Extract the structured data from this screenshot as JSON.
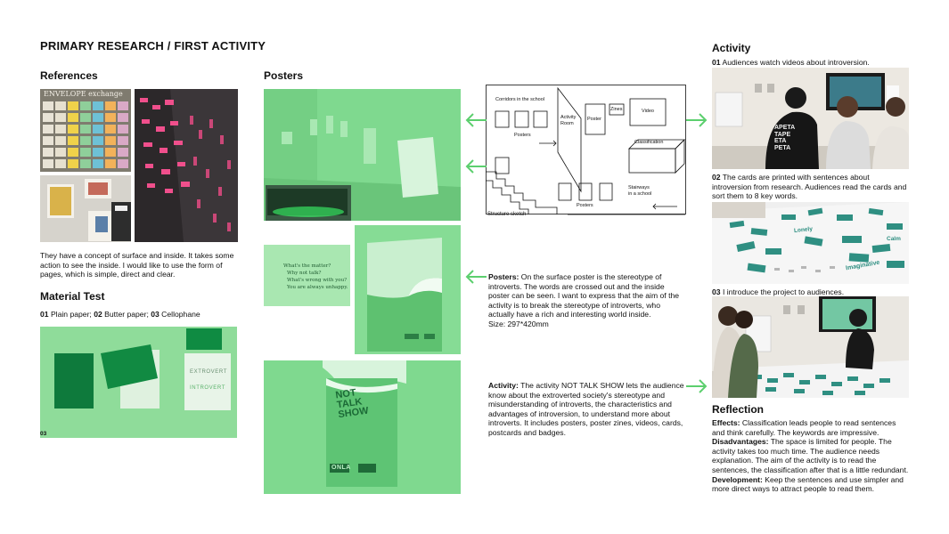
{
  "page_title": "PRIMARY RESEARCH / FIRST ACTIVITY",
  "references": {
    "heading": "References",
    "envelope_sign": "ENVELOPE exchange",
    "caption": "They have a concept of surface and inside. It takes some action to see the inside. I would like to use the form of pages, which is simple, direct and clear."
  },
  "material_test": {
    "heading": "Material Test",
    "n1": "01",
    "l1": " Plain paper; ",
    "n2": "02",
    "l2": " Butter paper; ",
    "n3": "03",
    "l3": " Cellophane",
    "photo_label": "03",
    "card_top": "EXTROVERT",
    "card_bottom": "INTROVERT"
  },
  "posters": {
    "heading": "Posters",
    "handwriting": [
      "What's the matter?",
      "Why not talk?",
      "What's wrong with you?",
      "You are always unhappy."
    ],
    "not_talk_show": [
      "NOT",
      "TALK",
      "SHOW"
    ],
    "poster_logo": "ONLA",
    "desc_label": "Posters:",
    "desc_text": " On the surface poster is the stereotype of introverts. The words are crossed out and the inside poster can be seen. I want to express that the aim of the activity is to break the stereotype of introverts, who actually have a rich and interesting world inside.",
    "size": "Size: 297*420mm"
  },
  "sketch": {
    "corridors": "Corridors in the school",
    "activity_room_1": "Activity",
    "activity_room_2": "Room",
    "poster": "Poster",
    "zines": "Zines",
    "video": "Video",
    "posters_top": "Posters",
    "classification": "Classification",
    "stairways_1": "Stairways",
    "stairways_2": "in a school",
    "posters_bottom": "Posters",
    "caption": "Structure sketch"
  },
  "activity_text": {
    "label": "Activity:",
    "text": " The activity NOT TALK SHOW lets the audience know about the extroverted society's stereotype and misunderstanding of introverts, the characteristics and advantages of introversion, to understand more about introverts. It includes posters, poster zines, videos, cards,  postcards and badges."
  },
  "activity": {
    "heading": "Activity",
    "n1": "01",
    "t1": " Audiences watch videos about introversion.",
    "n2": "02",
    "t2": " The cards are printed with sentences about introversion from research. Audiences read the cards and sort them to 8 key words.",
    "n3": "03",
    "t3": " I introduce the project to audiences.",
    "shirt_text": [
      "APETA",
      "TAPE",
      "ETA",
      "PETA"
    ],
    "card_words": [
      "Lonely",
      "Imaginative",
      "Calm"
    ]
  },
  "reflection": {
    "heading": "Reflection",
    "effects_label": "Effects:",
    "effects": " Classification leads people to read sentences and think carefully. The keywords are impressive.",
    "dis_label": "Disadvantages:",
    "dis": " The space is limited for people. The activity takes too much time. The audience needs explanation. The aim of the activity is to read the sentences, the classification after that is a little redundant.",
    "dev_label": "Development:",
    "dev": " Keep the sentences and use simpler and more direct ways to attract people to read them."
  },
  "colors": {
    "accent_green": "#5ccf6e",
    "photo_green": "#7fd98f",
    "dark_green": "#0f7a3a"
  }
}
